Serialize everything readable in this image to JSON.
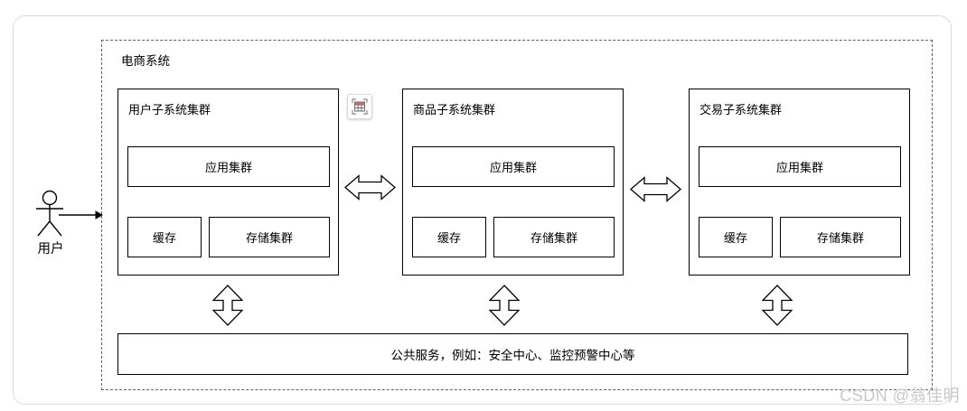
{
  "diagram": {
    "title": "电商系统",
    "actor": {
      "label": "用户"
    },
    "clusters": [
      {
        "title": "用户子系统集群",
        "app_label": "应用集群",
        "cache_label": "缓存",
        "storage_label": "存储集群"
      },
      {
        "title": "商品子系统集群",
        "app_label": "应用集群",
        "cache_label": "缓存",
        "storage_label": "存储集群"
      },
      {
        "title": "交易子系统集群",
        "app_label": "应用集群",
        "cache_label": "缓存",
        "storage_label": "存储集群"
      }
    ],
    "shared_services": {
      "label": "公共服务，例如：安全中心、监控预警中心等"
    },
    "icons": {
      "table_button": "table-grid-icon",
      "connectors": "hollow-double-arrow"
    },
    "colors": {
      "frame_border": "#d9d9d9",
      "boundary_dash": "#606060",
      "shape_stroke": "#000000",
      "icon_table_header_red": "#e8655f",
      "watermark_gray": "#c8c8c8"
    }
  },
  "page": {
    "watermark": "CSDN @翁佳明"
  }
}
